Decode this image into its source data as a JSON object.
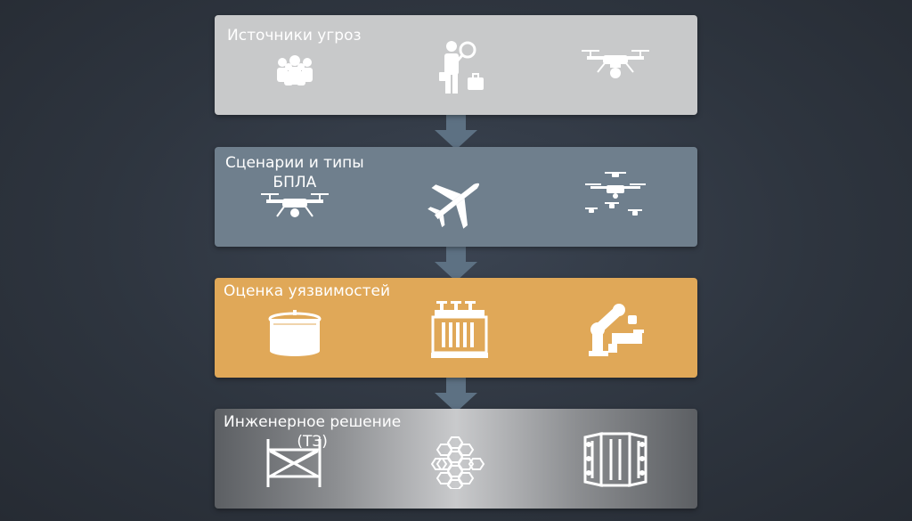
{
  "stages": [
    {
      "title": "Источники угроз",
      "icons": [
        "people-group-icon",
        "analyst-magnifier-icon",
        "drone-icon"
      ]
    },
    {
      "title": "Сценарии и типы\nБПЛА",
      "icons": [
        "drone-icon",
        "airplane-icon",
        "drone-swarm-icon"
      ]
    },
    {
      "title": "Оценка уязвимостей",
      "icons": [
        "storage-tank-icon",
        "transformer-icon",
        "industrial-robot-arm-icon"
      ]
    },
    {
      "title": "Инженерное решение\n(ТЗ)",
      "icons": [
        "cross-brace-barrier-icon",
        "hexagonal-mesh-icon",
        "folding-shield-panel-icon"
      ]
    }
  ],
  "colors": {
    "background": "#2e353f",
    "stage_1": "#c8c9ca",
    "stage_2": "#6f7f8d",
    "stage_3": "#e0a858",
    "stage_4": "#9a9c9f",
    "arrow": "#5d7183",
    "icon": "#ffffff"
  }
}
